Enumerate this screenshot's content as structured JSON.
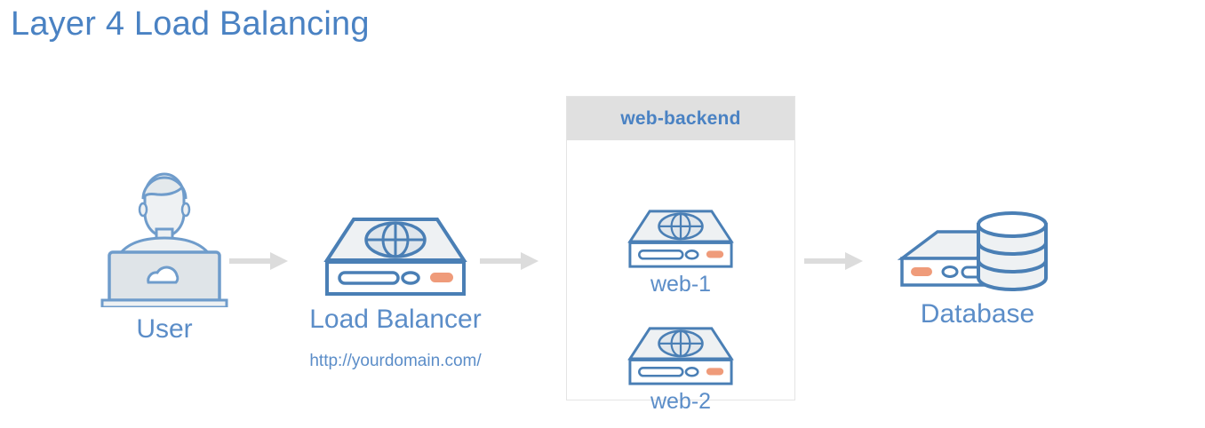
{
  "page": {
    "title": "Layer 4 Load Balancing",
    "background": "#ffffff"
  },
  "colors": {
    "accent_blue": "#4a82c3",
    "label_blue": "#5b8dc8",
    "stroke_blue": "#4a7fb5",
    "fill_gray": "#e9ecee",
    "indicator_orange": "#ef9b7a",
    "group_header_gray": "#e0e0e0",
    "group_border_gray": "#e4e4e4",
    "arrow_gray": "#dcdcdc"
  },
  "nodes": {
    "user": {
      "label": "User",
      "icon": "user-laptop-icon"
    },
    "load_balancer": {
      "label": "Load Balancer",
      "sublabel": "http://yourdomain.com/",
      "icon": "server-globe-icon"
    },
    "database": {
      "label": "Database",
      "icon": "database-server-icon"
    }
  },
  "backend_group": {
    "header": "web-backend",
    "servers": [
      {
        "label": "web-1",
        "icon": "server-globe-icon"
      },
      {
        "label": "web-2",
        "icon": "server-globe-icon"
      }
    ]
  },
  "arrows": [
    {
      "name": "user-to-load-balancer",
      "direction": "right"
    },
    {
      "name": "load-balancer-to-backend",
      "direction": "right"
    },
    {
      "name": "backend-to-database",
      "direction": "right"
    }
  ]
}
